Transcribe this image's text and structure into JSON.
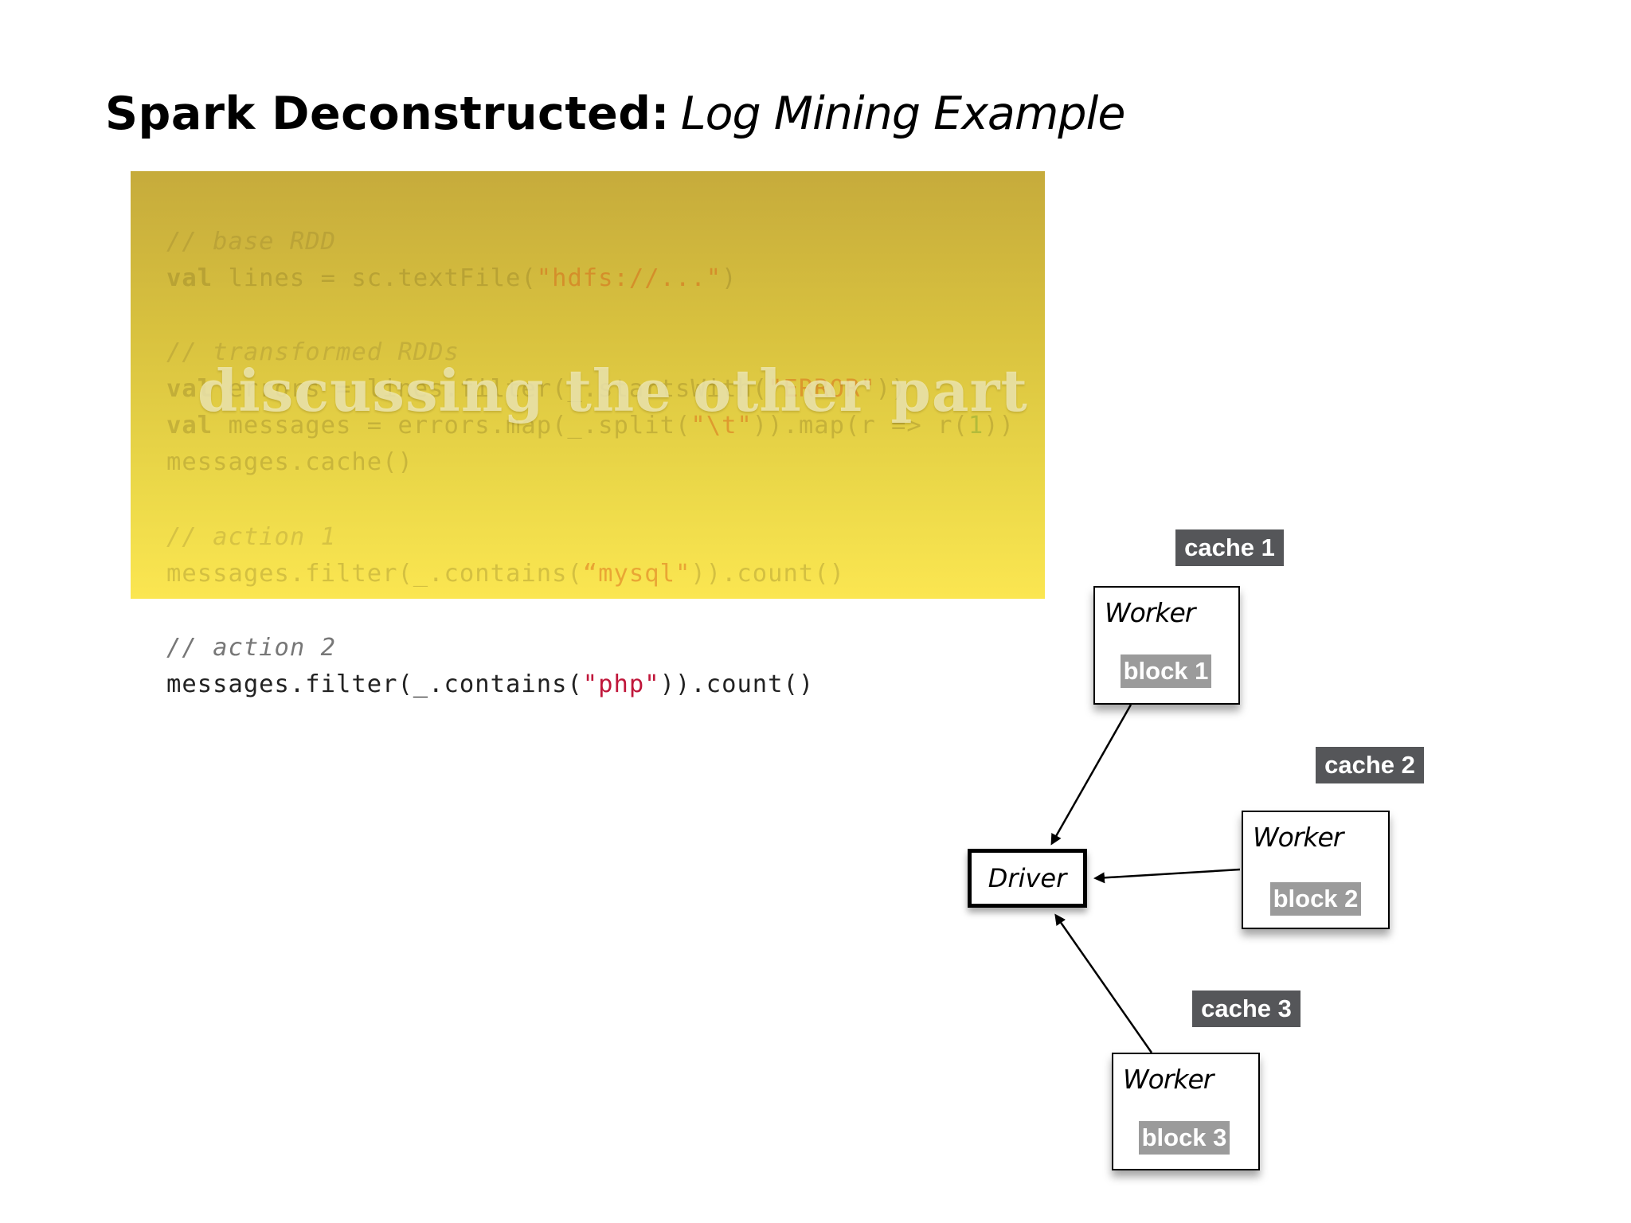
{
  "title": {
    "main": "Spark Deconstructed:",
    "sub": "Log Mining Example"
  },
  "overlay_caption": "discussing the other part",
  "code_faded": {
    "l1_comment": "// base RDD",
    "l2_kw": "val",
    "l2_a": " lines = sc.textFile(",
    "l2_str": "\"hdfs://...\"",
    "l2_b": ")",
    "l3_comment": "// transformed RDDs",
    "l4_kw": "val",
    "l4_a": " errors = lines.filter(_.startsWith(",
    "l4_str": "\"ERROR\"",
    "l4_b": "))",
    "l5_kw": "val",
    "l5_a": " messages = errors.map(_.split(",
    "l5_str": "\"\\t\"",
    "l5_b": ")).map(r => r(",
    "l5_num": "1",
    "l5_c": "))",
    "l6": "messages.cache()",
    "l7_comment": "// action 1",
    "l8_a": "messages.filter(_.contains(",
    "l8_str": "“mysql\"",
    "l8_b": ")).count()"
  },
  "code_live": {
    "comment": "// action 2",
    "a": "messages.filter(_.contains(",
    "str": "\"php\"",
    "b": ")).count()"
  },
  "diagram": {
    "driver": "Driver",
    "workers": [
      {
        "label": "Worker",
        "block": "block 1",
        "cache": "cache 1"
      },
      {
        "label": "Worker",
        "block": "block 2",
        "cache": "cache 2"
      },
      {
        "label": "Worker",
        "block": "block 3",
        "cache": "cache 3"
      }
    ]
  }
}
